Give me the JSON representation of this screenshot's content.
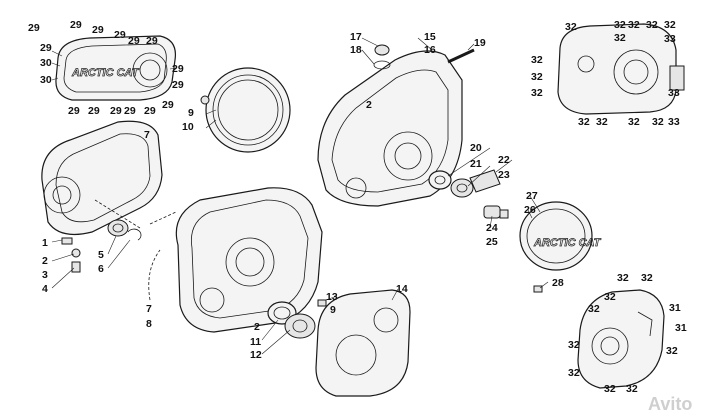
{
  "diagram": {
    "brand_mark": "ARCTIC CAT",
    "watermark": "Avito",
    "callouts": [
      "29",
      "29",
      "29",
      "29",
      "29",
      "29",
      "29",
      "29",
      "30",
      "30",
      "29",
      "29",
      "29",
      "29",
      "29",
      "29",
      "29",
      "9",
      "10",
      "17",
      "18",
      "15",
      "16",
      "19",
      "2",
      "32",
      "32",
      "32",
      "32",
      "32",
      "33",
      "32",
      "32",
      "32",
      "32",
      "33",
      "32",
      "32",
      "32",
      "32",
      "33",
      "7",
      "1",
      "2",
      "3",
      "4",
      "5",
      "6",
      "7",
      "8",
      "2",
      "11",
      "12",
      "13",
      "9",
      "14",
      "20",
      "21",
      "22",
      "23",
      "27",
      "26",
      "24",
      "25",
      "28",
      "32",
      "32",
      "31",
      "32",
      "32",
      "31",
      "32",
      "32",
      "32",
      "32",
      "32"
    ]
  }
}
